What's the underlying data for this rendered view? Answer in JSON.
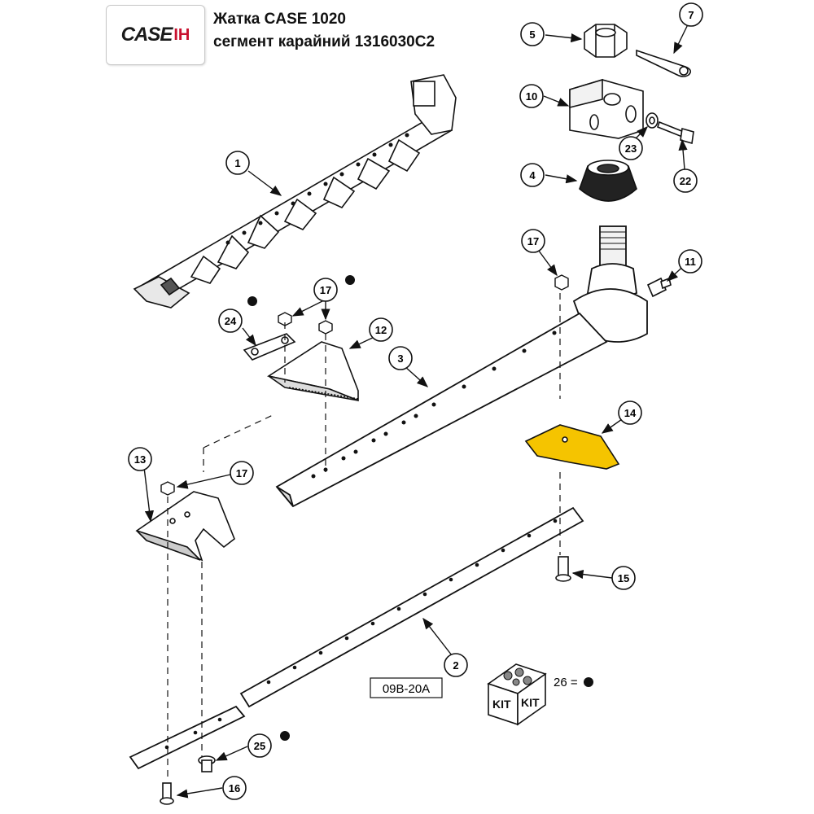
{
  "header": {
    "logo_text": "CASE",
    "logo_bars": "IH",
    "title_line1": "Жатка CASE 1020",
    "title_line2": "сегмент карайний 1316030C2"
  },
  "colors": {
    "highlight": "#f5c400",
    "ink": "#111111",
    "logo_red": "#c8102e"
  },
  "callouts": [
    {
      "id": "c1",
      "label": "1"
    },
    {
      "id": "c2",
      "label": "2"
    },
    {
      "id": "c3",
      "label": "3"
    },
    {
      "id": "c4",
      "label": "4"
    },
    {
      "id": "c5",
      "label": "5"
    },
    {
      "id": "c7",
      "label": "7"
    },
    {
      "id": "c10",
      "label": "10"
    },
    {
      "id": "c11",
      "label": "11"
    },
    {
      "id": "c12",
      "label": "12"
    },
    {
      "id": "c13",
      "label": "13"
    },
    {
      "id": "c14",
      "label": "14"
    },
    {
      "id": "c15",
      "label": "15"
    },
    {
      "id": "c16",
      "label": "16"
    },
    {
      "id": "c17a",
      "label": "17"
    },
    {
      "id": "c17b",
      "label": "17"
    },
    {
      "id": "c17c",
      "label": "17"
    },
    {
      "id": "c22",
      "label": "22"
    },
    {
      "id": "c23",
      "label": "23"
    },
    {
      "id": "c24",
      "label": "24"
    },
    {
      "id": "c25",
      "label": "25"
    }
  ],
  "reference_label": "09B-20A",
  "kit": {
    "kit_label_left": "KIT",
    "kit_label_right": "KIT",
    "legend": "26 ="
  }
}
